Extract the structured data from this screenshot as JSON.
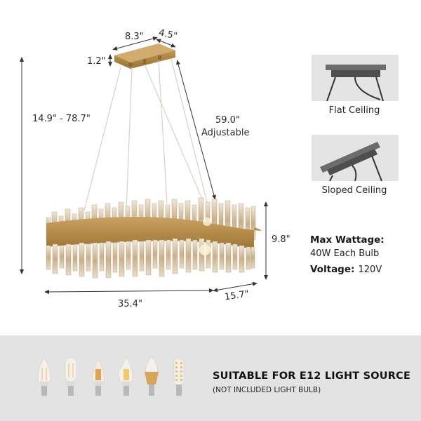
{
  "product": {
    "type": "crystal chandelier dimension diagram",
    "colors": {
      "brass": "#b8904a",
      "brass_light": "#d6b27a",
      "panel_gray": "#e4e4e4",
      "band_gray": "#e3e3e3",
      "canopy_dark": "#555555"
    }
  },
  "dimensions": {
    "canopy_length": "8.3\"",
    "canopy_width": "4.5\"",
    "canopy_height": "1.2\"",
    "overall_height": "14.9\" - 78.7\"",
    "cable_length": "59.0\"",
    "cable_note": "Adjustable",
    "body_height": "9.8\"",
    "body_length": "35.4\"",
    "body_width": "15.7\""
  },
  "mounting": [
    {
      "label": "Flat Ceiling",
      "icon": "flat-ceiling-canopy-icon"
    },
    {
      "label": "Sloped Ceiling",
      "icon": "sloped-ceiling-canopy-icon"
    }
  ],
  "specs": {
    "wattage_label": "Max Wattage:",
    "wattage_value": "40W Each Bulb",
    "voltage_label": "Voltage:",
    "voltage_value": "120V"
  },
  "bulbs": {
    "title": "SUITABLE FOR E12 LIGHT SOURCE",
    "subtitle": "(NOT INCLUDED LIGHT BULB)",
    "types": [
      "candle-filament-bulb",
      "tubular-filament-bulb",
      "candle-amber-bulb",
      "flame-tip-bulb",
      "crystal-candle-bulb",
      "corn-led-bulb"
    ]
  }
}
